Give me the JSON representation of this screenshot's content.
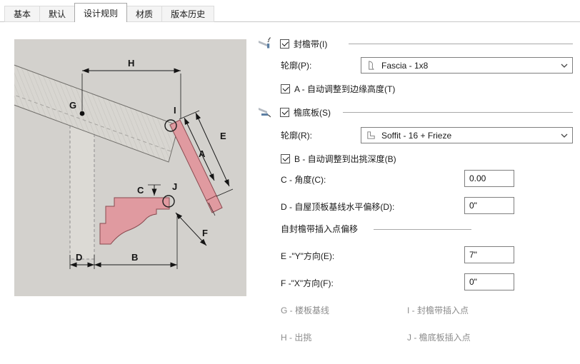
{
  "tabs": {
    "items": [
      {
        "label": "基本"
      },
      {
        "label": "默认"
      },
      {
        "label": "设计规则"
      },
      {
        "label": "材质"
      },
      {
        "label": "版本历史"
      }
    ],
    "active_index": 2
  },
  "diagram": {
    "bg_color": "#d3d1cd",
    "highlight_color": "#e09aa0",
    "labels": {
      "H": "H",
      "G": "G",
      "I": "I",
      "A": "A",
      "E": "E",
      "C": "C",
      "J": "J",
      "D": "D",
      "B": "B",
      "F": "F"
    }
  },
  "fascia": {
    "enabled_label": "封檐带(I)",
    "enabled_checked": true,
    "profile_label": "轮廓(P):",
    "profile_value": "Fascia - 1x8",
    "auto_label": "A - 自动调整到边缘高度(T)",
    "auto_checked": true
  },
  "soffit": {
    "enabled_label": "檐底板(S)",
    "enabled_checked": true,
    "profile_label": "轮廓(R):",
    "profile_value": "Soffit - 16 + Frieze",
    "auto_label": "B - 自动调整到出挑深度(B)",
    "auto_checked": true
  },
  "fields": {
    "angle": {
      "label": "C - 角度(C):",
      "value": "0.00"
    },
    "offset_d": {
      "label": "D - 自屋顶板基线水平偏移(D):",
      "value": "0\""
    },
    "group_heading": "自封檐带插入点偏移",
    "offset_e": {
      "label": "E -\"Y\"方向(E):",
      "value": "7\""
    },
    "offset_f": {
      "label": "F -\"X\"方向(F):",
      "value": "0\""
    }
  },
  "legend": {
    "g": "G - 楼板基线",
    "i": "I - 封檐带插入点",
    "h": "H - 出挑",
    "j": "J - 檐底板插入点"
  }
}
